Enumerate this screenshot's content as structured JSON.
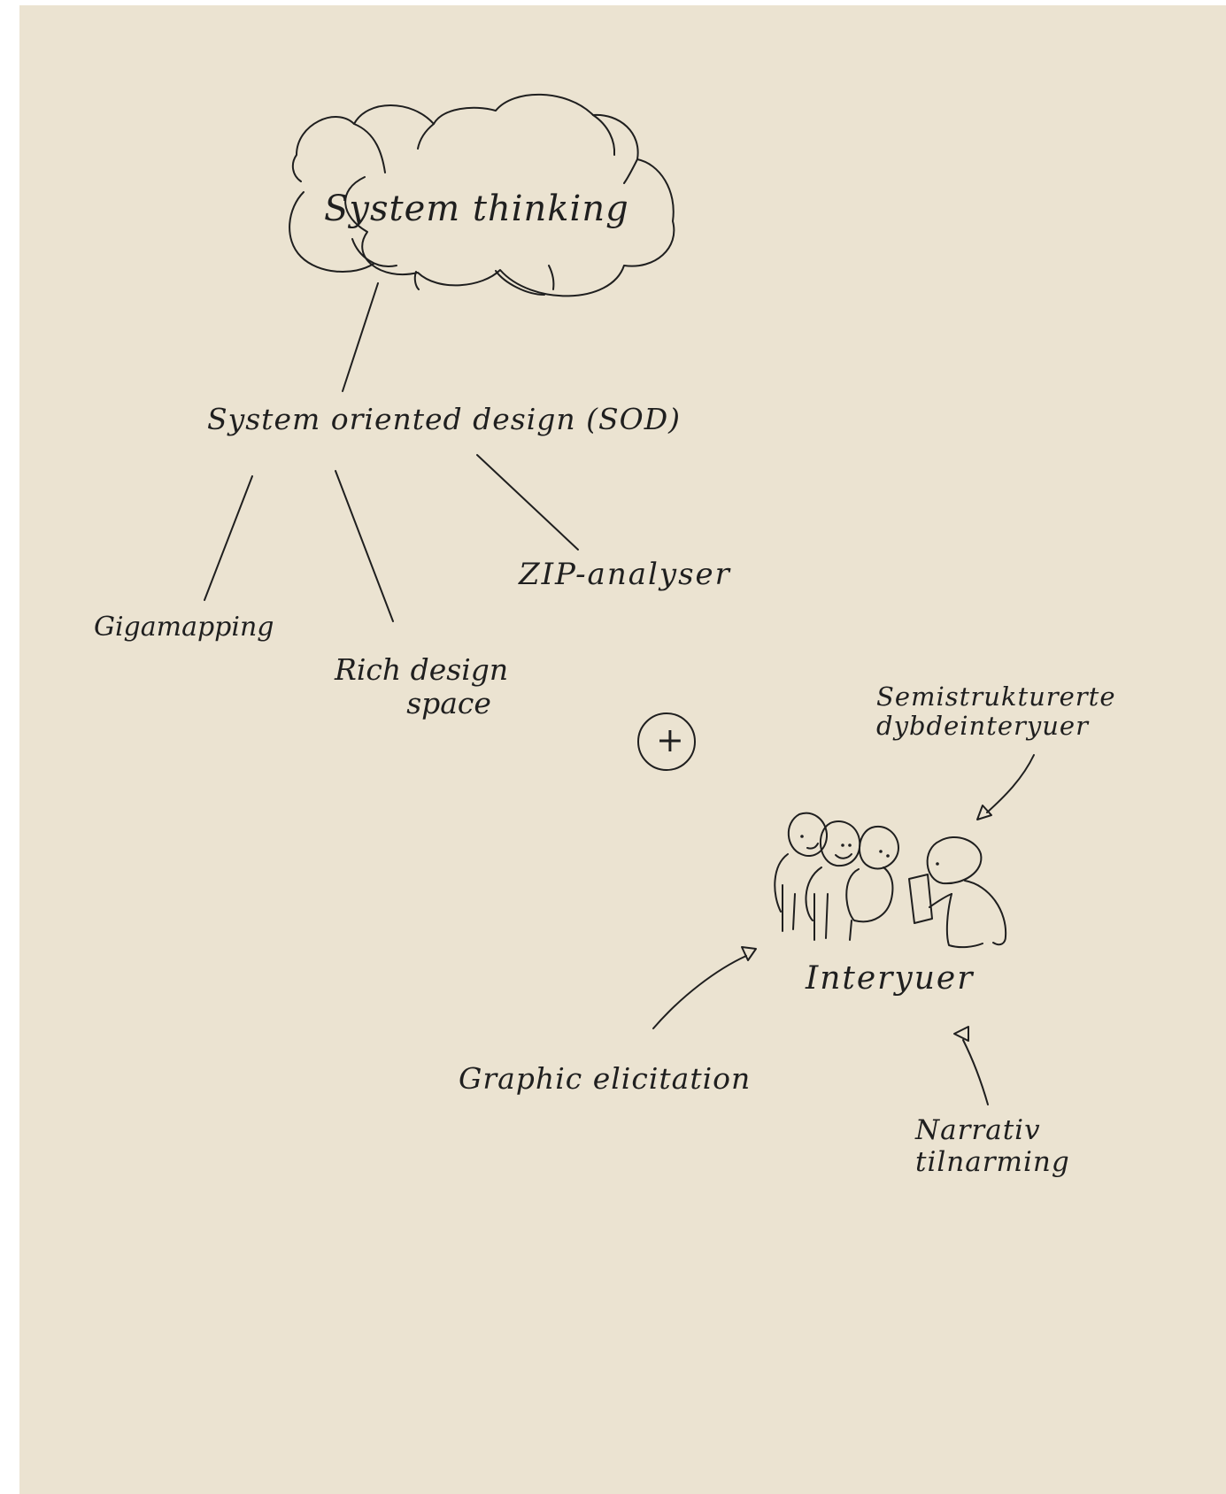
{
  "diagram": {
    "root": "System thinking",
    "method": "System oriented design (SOD)",
    "sod_tools": [
      "Gigamapping",
      "Rich design space",
      "ZIP-analyser"
    ],
    "combine_symbol": "+",
    "center": "Interyuer",
    "center_inputs": [
      "Semistrukturerte dybdeinteryuer",
      "Graphic elicitation",
      "Narrativ tilnarming"
    ]
  },
  "labels": {
    "cloud": "System thinking",
    "sod": "System oriented design (SOD)",
    "zip": "ZIP-analyser",
    "gigamapping": "Gigamapping",
    "rich_line1": "Rich design",
    "rich_line2": "space",
    "plus": "+",
    "semi_line1": "Semistrukturerte",
    "semi_line2": "dybdeinteryuer",
    "interviews": "Interyuer",
    "graphic": "Graphic elicitation",
    "narr_line1": "Narrativ",
    "narr_line2": "tilnarming"
  },
  "colors": {
    "background": "#ebe3d1",
    "ink": "#1f1f1f",
    "margin": "#ffffff"
  },
  "icons": {
    "cloud": "cloud-outline",
    "people": "interview-group-sketch",
    "plus": "circled-plus"
  }
}
